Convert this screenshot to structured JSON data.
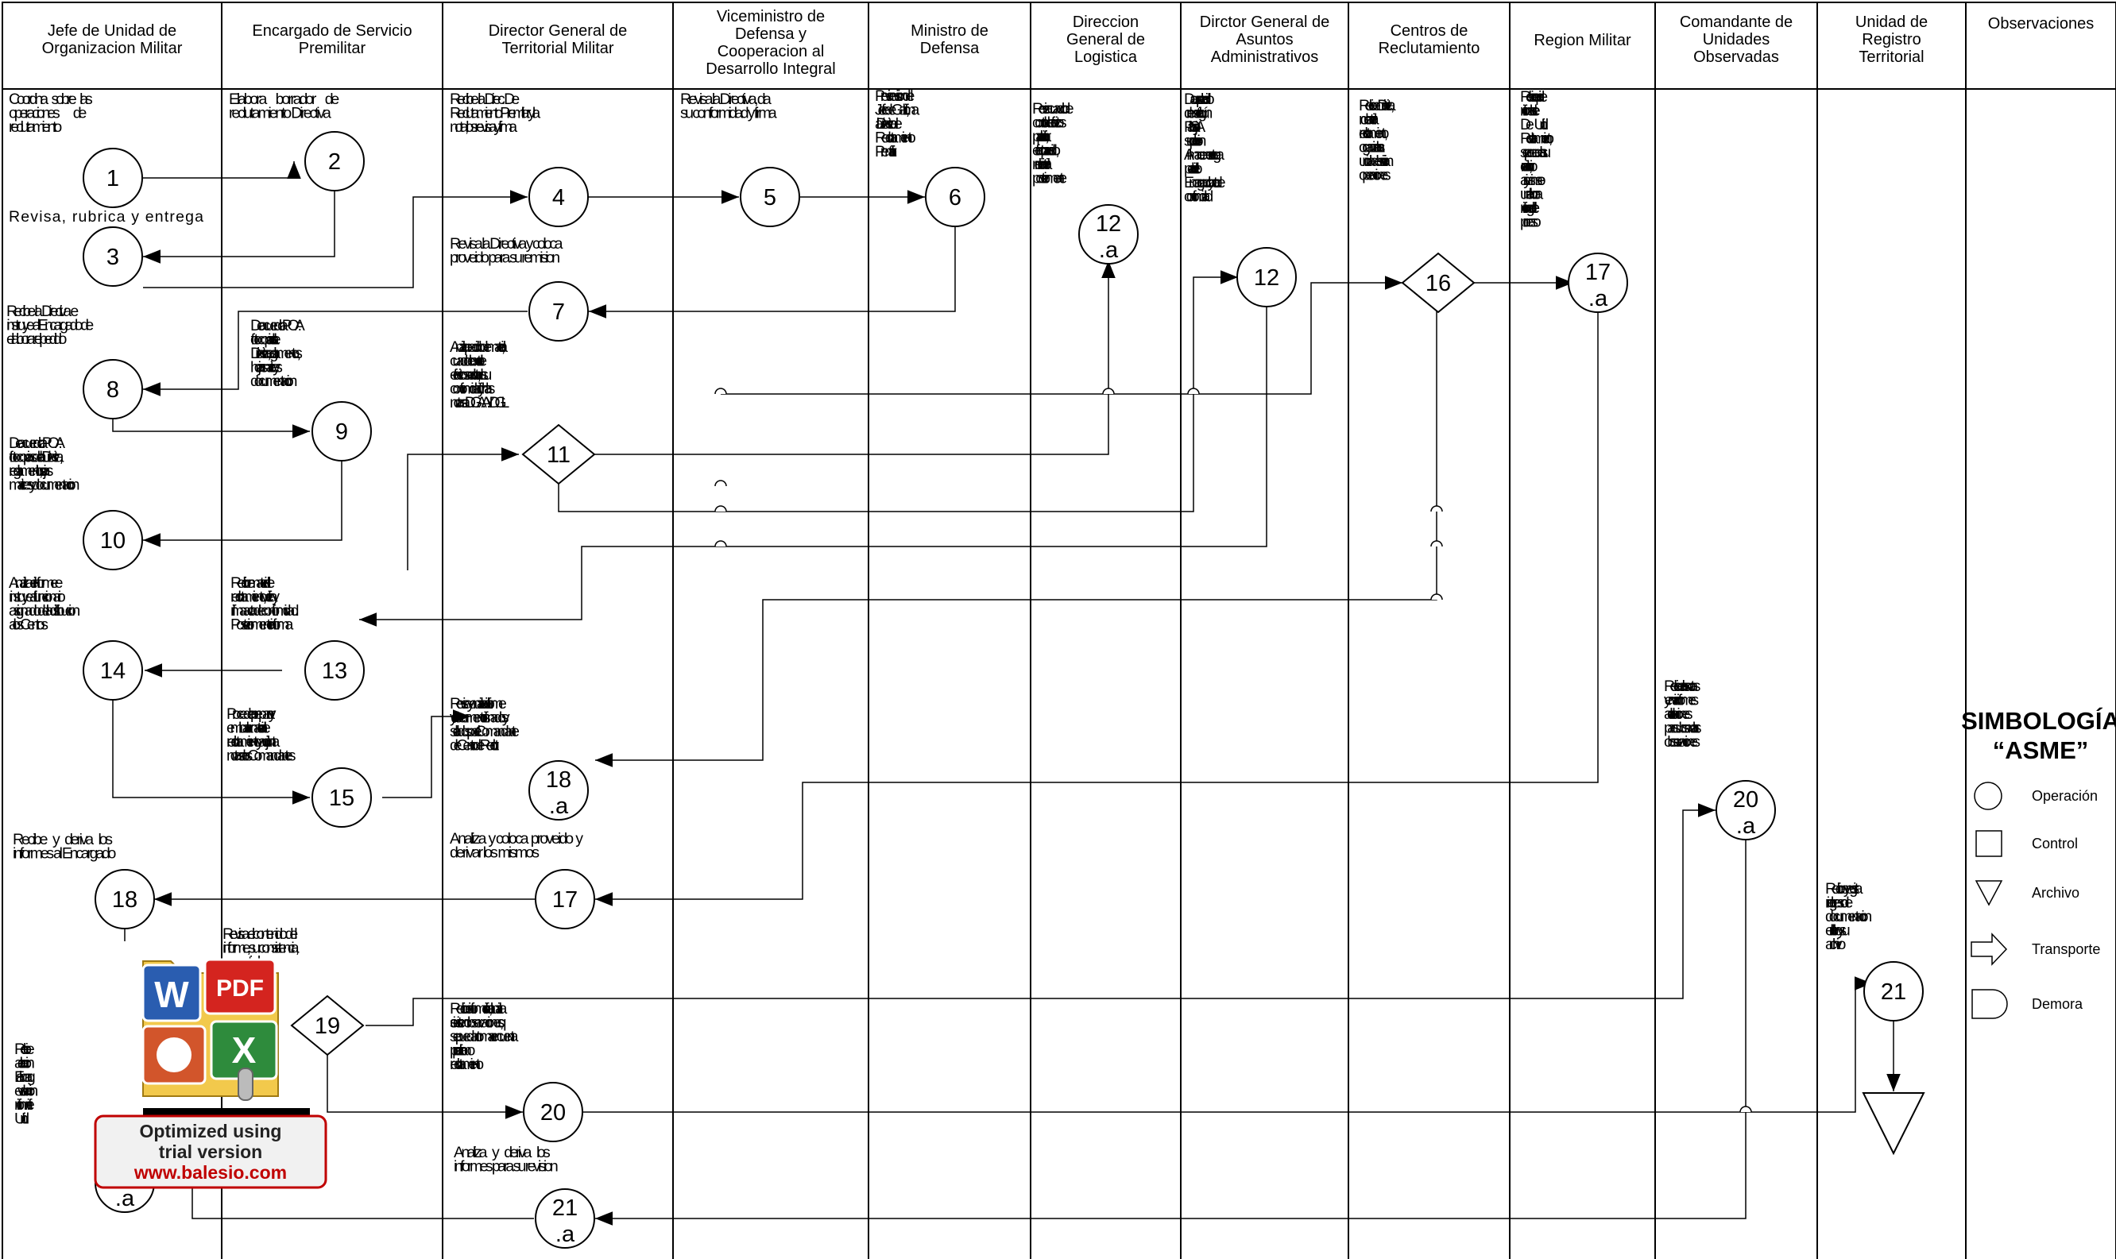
{
  "columns": [
    {
      "id": "jefe",
      "title": [
        "Jefe de Unidad de",
        "Organizacion Militar"
      ]
    },
    {
      "id": "encargado",
      "title": [
        "Encargado de Servicio",
        "Premilitar"
      ]
    },
    {
      "id": "director_territorial",
      "title": [
        "Director General de",
        "Territorial Militar"
      ]
    },
    {
      "id": "viceministro",
      "title": [
        "Viceministro de",
        "Defensa  y",
        "Cooperacion al",
        "Desarrollo Integral"
      ]
    },
    {
      "id": "ministro",
      "title": [
        "Ministro de",
        "Defensa"
      ]
    },
    {
      "id": "logistica",
      "title": [
        "Direccion",
        "General de",
        "Logistica"
      ]
    },
    {
      "id": "asuntos",
      "title": [
        "Dirctor General de",
        "Asuntos",
        "Administrativos"
      ]
    },
    {
      "id": "centros",
      "title": [
        "Centros de",
        "Reclutamiento"
      ]
    },
    {
      "id": "region",
      "title": [
        "Region Militar"
      ]
    },
    {
      "id": "comandante",
      "title": [
        "Comandante de",
        "Unidades",
        "Observadas"
      ]
    },
    {
      "id": "unidad_registro",
      "title": [
        "Unidad de",
        "Registro",
        "Territorial"
      ]
    },
    {
      "id": "observaciones",
      "title": [
        "Observaciones"
      ]
    }
  ],
  "descriptions": [
    {
      "lines": [
        "Coordina      sobre      las",
        "operaciones                de",
        "reclutamiento"
      ]
    },
    {
      "lines": [
        "Elabora      borrador      de",
        "reclutamiento Directiva"
      ]
    },
    {
      "lines": [
        "Recibe     la    Direc.    De",
        "Reclutamiento Premilitar y la",
        "nota, los revisa y firma"
      ]
    },
    {
      "lines": [
        "Revisa la Directiva, da",
        "su conformidad y firma"
      ]
    },
    {
      "lines": [
        "Previa  revision  del",
        "Jefe de Gab., firma",
        "la     Directiva     de",
        "Reclutamiento",
        "Premilitar"
      ]
    },
    {
      "lines": [
        "Revisa cuadro de",
        "controlde efectivos",
        "para      planificar,",
        "efectuar      pedido,",
        "recibir        material",
        "posteriormente"
      ]
    },
    {
      "lines": [
        "Da  curso  al  pedido",
        "de   material   según",
        "POA     y     bajo     la",
        "supervision          de",
        "Almacenes    entrega",
        "el       pedido       al",
        "Encargado y acta de",
        "conformidad"
      ]
    },
    {
      "lines": [
        "Reciben  Directiva,",
        "material             de",
        "reclutamiento,",
        "organizan    a    las",
        "unidades e inician",
        "operaciones"
      ]
    },
    {
      "lines": [
        "Recibe   copia  de",
        "informe    de    las",
        "Unid.                De",
        "Reclutamniento,",
        "se procede a su",
        "revision,    archivo",
        "y    asimismo    se",
        "elabora             un",
        "informe      gral.del",
        "proceso"
      ]
    },
    {
      "lines": [
        "Revisa, rubrica y entrega"
      ]
    },
    {
      "lines": [
        "Revisa la Directiva y coloca",
        "proveido para su remision"
      ]
    },
    {
      "lines": [
        "Recibe    la    Directiva    e",
        "instruye  al  Encargado  de",
        "elaborar el pedido"
      ]
    },
    {
      "lines": [
        "De   acuerdo   a   POA   :",
        "fotocopias         de        la",
        "Directiva,  reglamentos  ,",
        "hojas          matrices          y",
        "documentacion"
      ]
    },
    {
      "lines": [
        "Analiza  pedido de material,",
        "cuadro     de     control     de",
        "efectivos  a  reclutar,  da  su",
        "conformidad   y   firma   las",
        "notas a D.G.A.A. Y D.G.L"
      ]
    },
    {
      "lines": [
        "De   acuerdo   a   POA   :",
        "fotocopias de la Directiva,",
        "reglamentos       ,       hojas",
        "matrices y documentacion"
      ]
    },
    {
      "lines": [
        "Analiza     el     informe     e",
        "instruye     al     funcionario",
        "asignado de la distribucion",
        "a los Centros"
      ]
    },
    {
      "lines": [
        "Recibe        material        de",
        "reclutamiento,   verifica   y",
        "firma acta de conformidad.",
        "Posteriormente informa"
      ]
    },
    {
      "lines": [
        "Procede    a    preparar    y",
        "embalar       material       de",
        "reclutamiento  y  adjunta",
        "notas  a los Comandantes"
      ]
    },
    {
      "lines": [
        "Revisa y analiza el informe",
        "y   documentos   firmados   y",
        "sellados por el Comandante",
        "de Centro de Reclut."
      ]
    },
    {
      "lines": [
        "Reciben  las  notas",
        "y  envian  informes",
        "de          aclaraciones",
        "para subsanar  las",
        "observaciones"
      ]
    },
    {
      "lines": [
        "Recibe    y    deriva    los",
        "informes al Encargado"
      ]
    },
    {
      "lines": [
        "Analiza  y coloca  proveido  y",
        "derivar los mismos"
      ]
    },
    {
      "lines": [
        "Recibe  y  registra",
        "el     ingreso     de",
        "documentacion",
        "en  le  libro  y  su",
        "archivo"
      ]
    },
    {
      "lines": [
        "Revisa    el    contenido    del",
        "informe,    su    consistencia,",
        "                    e    matriculas,",
        "           strados"
      ]
    },
    {
      "lines": [
        "Recibe informe final, analiza",
        "si  existen  observaciones,  q",
        "se  puedan  tomar  en  cuenta",
        "para              el             proximo",
        "reclutamiento"
      ]
    },
    {
      "lines": [
        "Recibe",
        "aclaracion",
        "al  Encarg",
        "evaluacion",
        "informe fin",
        "Unid."
      ]
    },
    {
      "lines": [
        "Analiza     y     deriva     los",
        "informes para su revision"
      ]
    }
  ],
  "nodes": [
    {
      "kind": "circle",
      "num": "1"
    },
    {
      "kind": "circle",
      "num": "2"
    },
    {
      "kind": "circle",
      "num": "3"
    },
    {
      "kind": "circle",
      "num": "4"
    },
    {
      "kind": "circle",
      "num": "5"
    },
    {
      "kind": "circle",
      "num": "6"
    },
    {
      "kind": "circle",
      "num": "7"
    },
    {
      "kind": "circle",
      "num": "8"
    },
    {
      "kind": "circle",
      "num": "9"
    },
    {
      "kind": "circle",
      "num": "10"
    },
    {
      "kind": "diamond",
      "num": "11"
    },
    {
      "kind": "circle",
      "num": "12",
      "sub": ".a"
    },
    {
      "kind": "circle",
      "num": "12"
    },
    {
      "kind": "diamond",
      "num": "16"
    },
    {
      "kind": "circle",
      "num": "17",
      "sub": ".a"
    },
    {
      "kind": "circle",
      "num": "13"
    },
    {
      "kind": "circle",
      "num": "14"
    },
    {
      "kind": "circle",
      "num": "15"
    },
    {
      "kind": "circle",
      "num": "18",
      "sub": ".a"
    },
    {
      "kind": "circle",
      "num": "18"
    },
    {
      "kind": "circle",
      "num": "17"
    },
    {
      "kind": "circle",
      "num": "20",
      "sub": ".a"
    },
    {
      "kind": "diamond",
      "num": "19"
    },
    {
      "kind": "circle",
      "num": "21"
    },
    {
      "kind": "circle",
      "num": "20"
    },
    {
      "kind": "circle",
      "num": "21",
      "sub": ".a"
    },
    {
      "kind": "circle",
      "num": "",
      "sub": ".a"
    },
    {
      "kind": "triangle",
      "num": ""
    }
  ],
  "legend": {
    "title": [
      "SIMBOLOGÍA",
      "“ASME”"
    ],
    "items": [
      {
        "shape": "circle",
        "label": "Operación"
      },
      {
        "shape": "square",
        "label": "Control"
      },
      {
        "shape": "triangle",
        "label": "Archivo"
      },
      {
        "shape": "arrow",
        "label": "Transporte"
      },
      {
        "shape": "delay",
        "label": "Demora"
      }
    ]
  },
  "watermark": {
    "icon_labels": [
      "W",
      "PDF",
      "X"
    ],
    "lines": [
      "Optimized using",
      "trial version"
    ],
    "url": "www.balesio.com"
  }
}
